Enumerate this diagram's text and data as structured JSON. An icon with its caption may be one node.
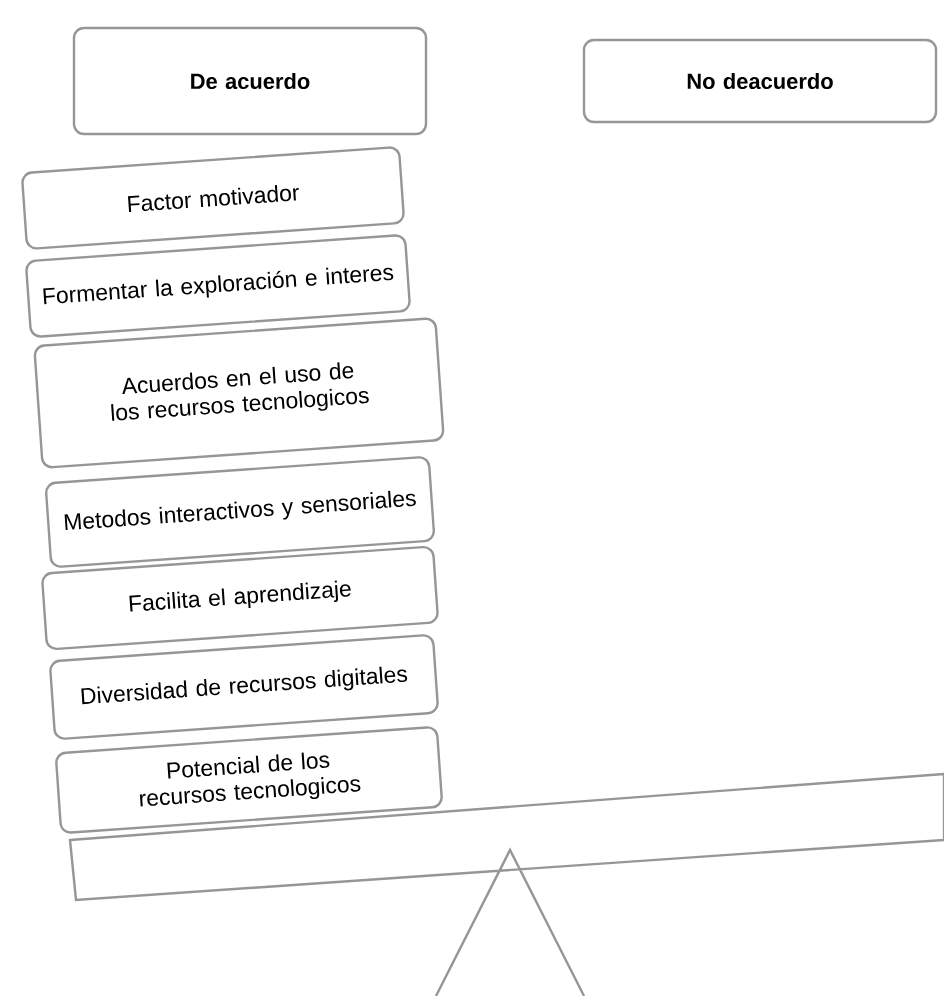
{
  "diagram": {
    "nodes": [
      {
        "text": [
          "De acuerdo"
        ]
      },
      {
        "text": [
          "No deacuerdo"
        ]
      },
      {
        "text": [
          "Factor motivador"
        ]
      },
      {
        "text": [
          "Formentar la exploración e interes"
        ]
      },
      {
        "text": [
          "Acuerdos en el uso de los recursos tecnologicos"
        ]
      },
      {
        "text": [
          "Metodos interactivos y sensoriales"
        ]
      },
      {
        "text": [
          "Facilita el aprendizaje"
        ]
      },
      {
        "text": [
          "Diversidad de recursos digitales"
        ]
      },
      {
        "text": [
          "Potencial de los recursos tecnologicos"
        ]
      }
    ]
  }
}
